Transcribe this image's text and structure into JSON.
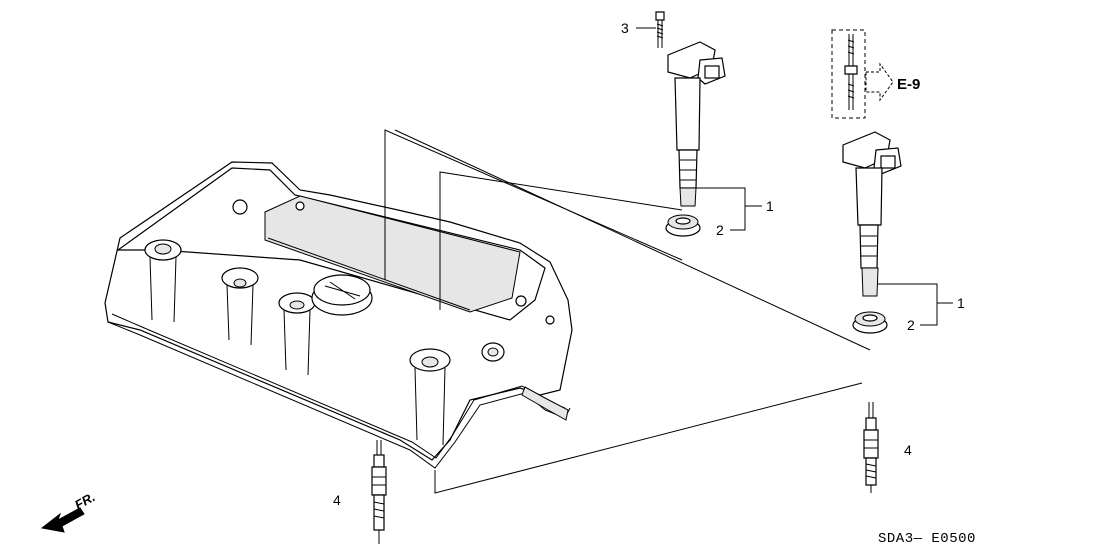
{
  "callouts": {
    "coil_1_label": "1",
    "seal_1_label": "2",
    "bolt_label": "3",
    "coil_2_label": "1",
    "seal_2_label": "2",
    "plug_right_label": "4",
    "plug_left_label": "4"
  },
  "reference": {
    "label": "E-9"
  },
  "direction": {
    "label": "FR."
  },
  "diagram_code": "SDA3— E0500"
}
